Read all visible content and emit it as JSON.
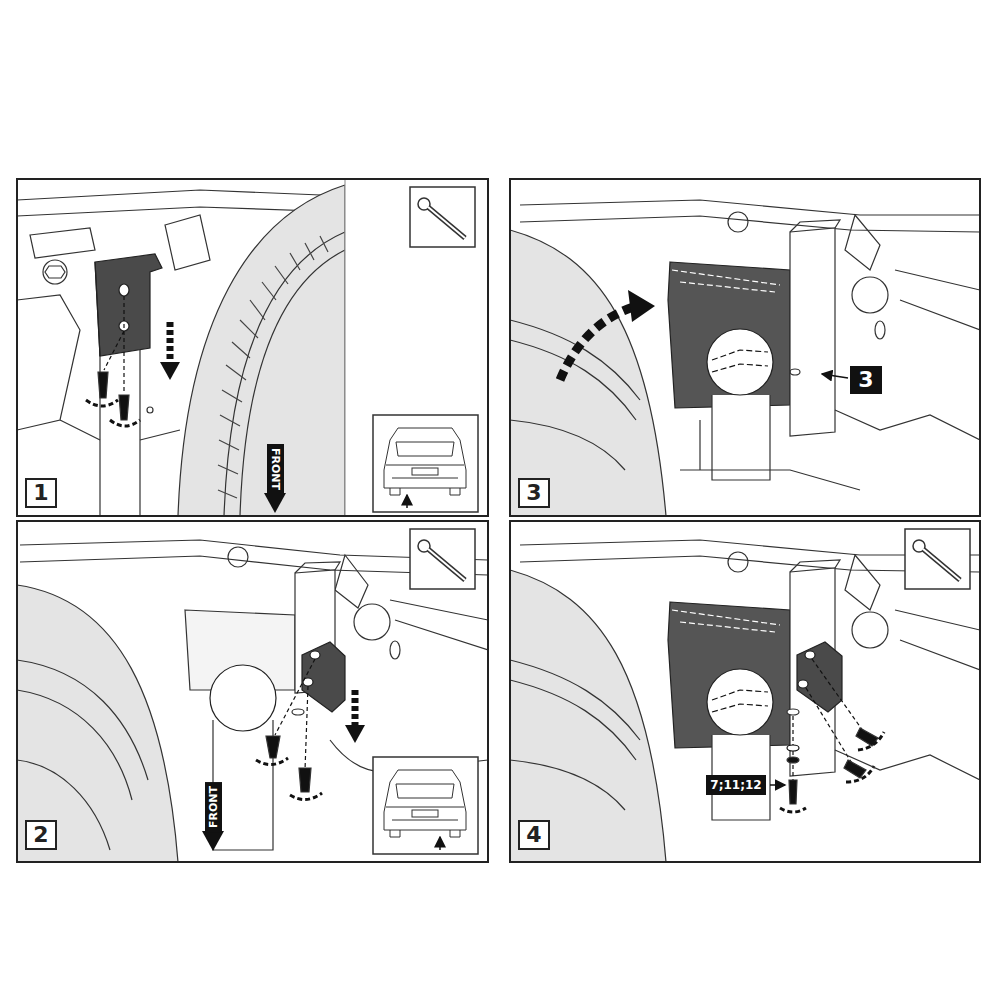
{
  "diagram": {
    "labels": [
      "1",
      "FRONT",
      "3",
      "3",
      "2",
      "FRONT",
      "4",
      "7;11;12"
    ]
  }
}
